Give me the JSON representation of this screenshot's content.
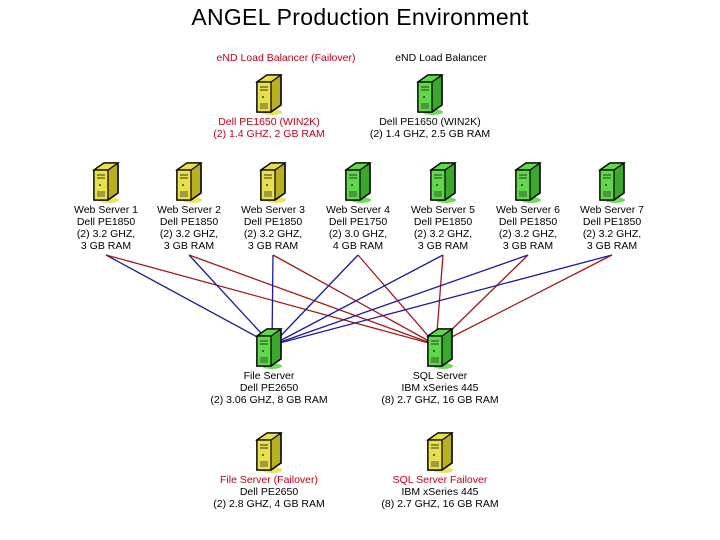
{
  "title": "ANGEL Production Environment",
  "colors": {
    "failover_text": "#c0001a",
    "normal_text": "#000000",
    "link_to_file_server": "#1a1aa0",
    "link_to_sql_server": "#a01a1a",
    "server_active": "#5fd84a",
    "server_failover": "#e8e04a"
  },
  "load_balancers": [
    {
      "id": "lb-failover",
      "name": "eND Load Balancer (Failover)",
      "lines": [
        "Dell PE1650 (WIN2K)",
        "(2) 1.4 GHZ, 2 GB RAM"
      ],
      "failover": true,
      "icon": "server-icon"
    },
    {
      "id": "lb-primary",
      "name": "eND Load Balancer",
      "lines": [
        "Dell PE1650 (WIN2K)",
        "(2) 1.4 GHZ, 2.5 GB RAM"
      ],
      "failover": false,
      "icon": "server-icon"
    }
  ],
  "web_servers": [
    {
      "name": "Web Server 1",
      "lines": [
        "Dell PE1850",
        "(2) 3.2 GHZ,",
        "3 GB RAM"
      ],
      "failover": true,
      "icon": "server-icon"
    },
    {
      "name": "Web Server 2",
      "lines": [
        "Dell PE1850",
        "(2) 3.2 GHZ,",
        "3 GB RAM"
      ],
      "failover": true,
      "icon": "server-icon"
    },
    {
      "name": "Web Server 3",
      "lines": [
        "Dell PE1850",
        "(2) 3.2 GHZ,",
        "3 GB RAM"
      ],
      "failover": true,
      "icon": "server-icon"
    },
    {
      "name": "Web Server 4",
      "lines": [
        "Dell PE1750",
        "(2) 3.0 GHZ,",
        "4 GB RAM"
      ],
      "failover": false,
      "icon": "server-icon"
    },
    {
      "name": "Web Server 5",
      "lines": [
        "Dell PE1850",
        "(2) 3.2 GHZ,",
        "3 GB RAM"
      ],
      "failover": false,
      "icon": "server-icon"
    },
    {
      "name": "Web Server 6",
      "lines": [
        "Dell PE1850",
        "(2) 3.2 GHZ,",
        "3 GB RAM"
      ],
      "failover": false,
      "icon": "server-icon"
    },
    {
      "name": "Web Server 7",
      "lines": [
        "Dell PE1850",
        "(2) 3.2 GHZ,",
        "3 GB RAM"
      ],
      "failover": false,
      "icon": "server-icon"
    }
  ],
  "backend_servers": [
    {
      "id": "file-server",
      "name": "File Server",
      "lines": [
        "Dell PE2650",
        "(2) 3.06 GHZ, 8 GB RAM"
      ],
      "failover": false,
      "icon": "server-icon"
    },
    {
      "id": "sql-server",
      "name": "SQL Server",
      "lines": [
        "IBM xSeries 445",
        "(8) 2.7 GHZ, 16 GB RAM"
      ],
      "failover": false,
      "icon": "server-icon"
    }
  ],
  "failover_servers": [
    {
      "id": "file-server-failover",
      "name": "File Server (Failover)",
      "lines": [
        "Dell PE2650",
        "(2) 2.8 GHZ, 4 GB RAM"
      ],
      "failover": true,
      "icon": "server-icon"
    },
    {
      "id": "sql-server-failover",
      "name": "SQL Server Failover",
      "lines": [
        "IBM xSeries 445",
        "(8) 2.7 GHZ, 16 GB RAM"
      ],
      "failover": true,
      "icon": "server-icon"
    }
  ],
  "connections": {
    "description": "Every web server connects to both File Server (blue) and SQL Server (red)",
    "from": [
      "Web Server 1",
      "Web Server 2",
      "Web Server 3",
      "Web Server 4",
      "Web Server 5",
      "Web Server 6",
      "Web Server 7"
    ],
    "to": [
      "File Server",
      "SQL Server"
    ]
  }
}
